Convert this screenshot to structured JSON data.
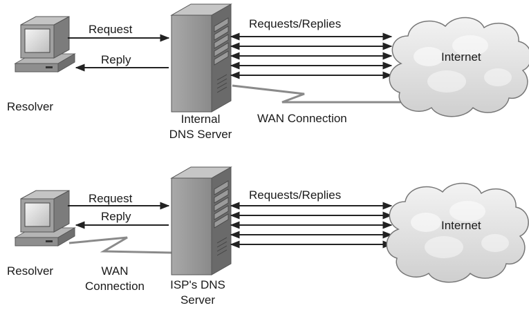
{
  "top": {
    "resolver_label": "Resolver",
    "request_label": "Request",
    "reply_label": "Reply",
    "server_label_line1": "Internal",
    "server_label_line2": "DNS Server",
    "requests_replies_label": "Requests/Replies",
    "wan_label": "WAN Connection",
    "internet_label": "Internet"
  },
  "bottom": {
    "resolver_label": "Resolver",
    "request_label": "Request",
    "reply_label": "Reply",
    "wan_label_line1": "WAN",
    "wan_label_line2": "Connection",
    "server_label_line1": "ISP's DNS",
    "server_label_line2": "Server",
    "requests_replies_label": "Requests/Replies",
    "internet_label": "Internet"
  }
}
